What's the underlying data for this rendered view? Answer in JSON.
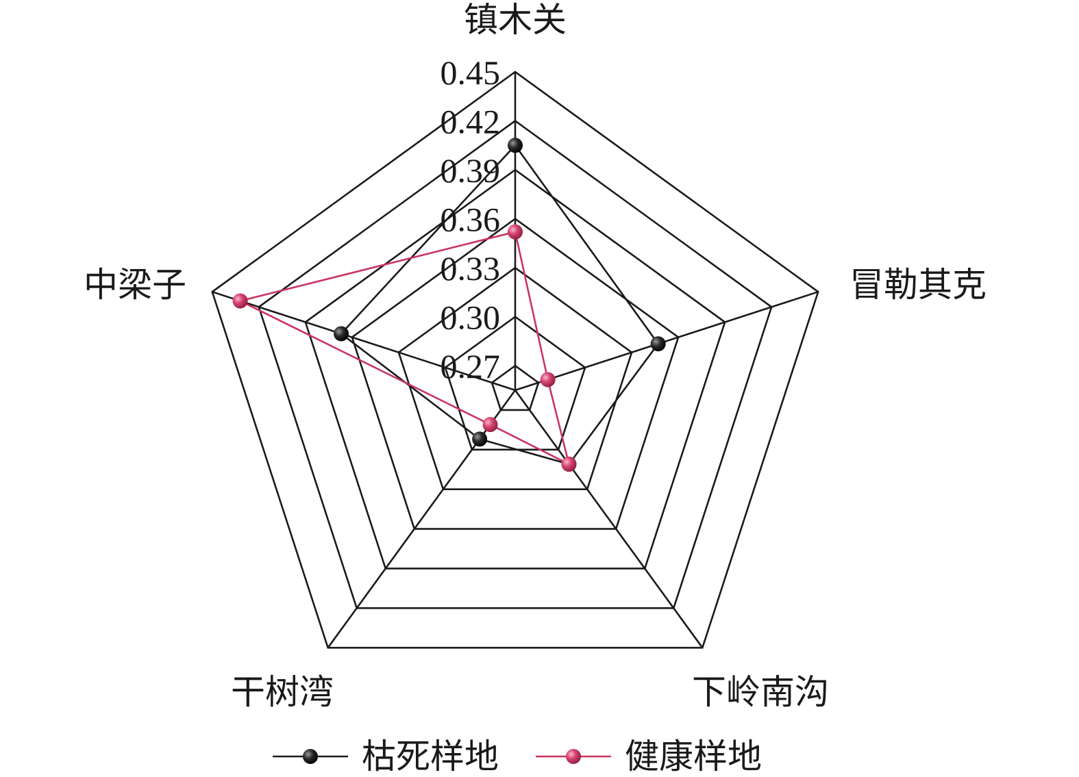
{
  "chart_data": {
    "type": "radar",
    "categories": [
      "镇木关",
      "冒勒其克",
      "下岭南沟",
      "干树湾",
      "中梁子"
    ],
    "rlim": [
      0.255,
      0.45
    ],
    "grid_levels": [
      0.27,
      0.3,
      0.33,
      0.36,
      0.39,
      0.42,
      0.45
    ],
    "tick_labels": [
      "0.27",
      "0.30",
      "0.33",
      "0.36",
      "0.39",
      "0.42",
      "0.45"
    ],
    "grid": true,
    "legend_position": "bottom",
    "series": [
      {
        "name": "枯死样地",
        "color": "#1a1a1a",
        "values": [
          0.405,
          0.347,
          0.311,
          0.292,
          0.367
        ]
      },
      {
        "name": "健康样地",
        "color": "#c9345f",
        "values": [
          0.352,
          0.276,
          0.311,
          0.281,
          0.432
        ]
      }
    ]
  }
}
